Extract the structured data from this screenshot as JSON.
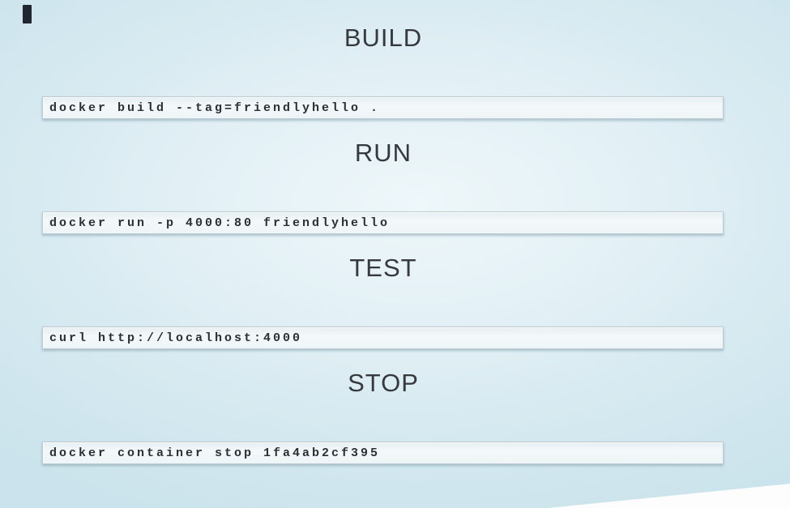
{
  "slide": {
    "sections": [
      {
        "heading": "BUILD",
        "command": "docker build --tag=friendlyhello ."
      },
      {
        "heading": "RUN",
        "command": "docker run -p 4000:80 friendlyhello"
      },
      {
        "heading": "TEST",
        "command": "curl http://localhost:4000"
      },
      {
        "heading": "STOP",
        "command": "docker container stop 1fa4ab2cf395"
      }
    ],
    "colors": {
      "background_center": "#eef7fa",
      "background_edge": "#cbe3ec",
      "heading_text": "#36393e",
      "code_box_background": "#f3f8fa",
      "code_box_border": "#bfcad0",
      "code_text": "#2b3036",
      "stray_mark": "#22262e",
      "corner_wedge": "#fdfdfd"
    }
  }
}
